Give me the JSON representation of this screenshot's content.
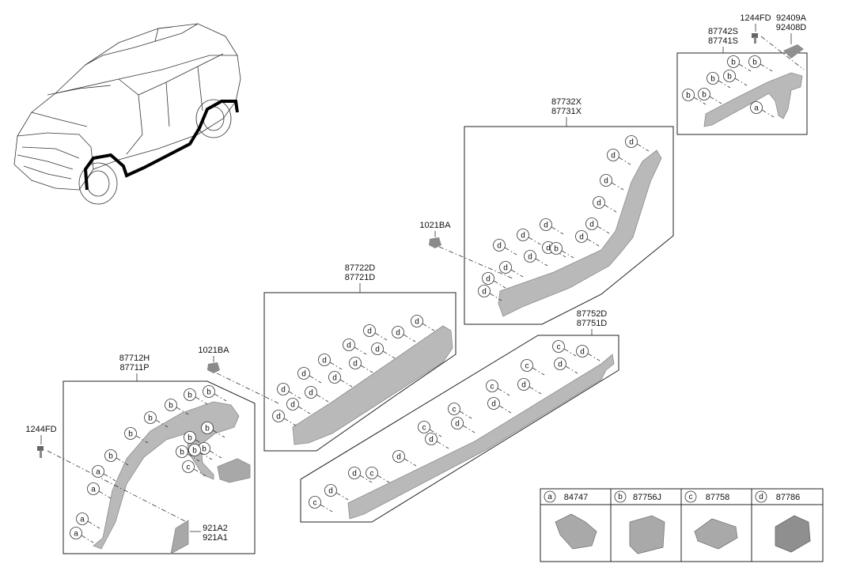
{
  "groups": {
    "front_arch": {
      "parts": [
        "87712H",
        "87711P"
      ],
      "labels": [
        "b",
        "b",
        "b",
        "b",
        "b",
        "b",
        "b",
        "b",
        "b",
        "b",
        "b",
        "b",
        "c",
        "a",
        "a",
        "a",
        "a"
      ]
    },
    "front_door": {
      "parts": [
        "87722D",
        "87721D"
      ],
      "labels": [
        "d",
        "d",
        "d",
        "d",
        "d",
        "d",
        "d",
        "d",
        "d",
        "d",
        "d",
        "d",
        "d",
        "d",
        "d",
        "d",
        "d",
        "d"
      ]
    },
    "rear_door": {
      "parts": [
        "87732X",
        "87731X"
      ],
      "labels": [
        "d",
        "d",
        "d",
        "d",
        "d",
        "d",
        "d",
        "d",
        "d",
        "d",
        "d",
        "d",
        "d",
        "d",
        "d",
        "d",
        "d"
      ]
    },
    "rear_arch": {
      "parts": [
        "87742S",
        "87741S"
      ],
      "labels": [
        "b",
        "b",
        "b",
        "b",
        "b",
        "b",
        "b",
        "a"
      ]
    },
    "side_sill": {
      "parts": [
        "87752D",
        "87751D"
      ],
      "labels": [
        "c",
        "d",
        "c",
        "d",
        "c",
        "d",
        "c",
        "d",
        "c",
        "d",
        "c",
        "d",
        "c",
        "d",
        "c",
        "d",
        "c",
        "d"
      ]
    }
  },
  "loose_parts": {
    "bolt_left": "1244FD",
    "bolt_right": "1244FD",
    "clip_left": "1021BA",
    "clip_right": "1021BA",
    "bracket_bottom": [
      "921A2",
      "921A1"
    ],
    "bracket_top": [
      "92409A",
      "92408D"
    ]
  },
  "legend": [
    {
      "letter": "a",
      "part": "84747"
    },
    {
      "letter": "b",
      "part": "87756J"
    },
    {
      "letter": "c",
      "part": "87758"
    },
    {
      "letter": "d",
      "part": "87786"
    }
  ]
}
